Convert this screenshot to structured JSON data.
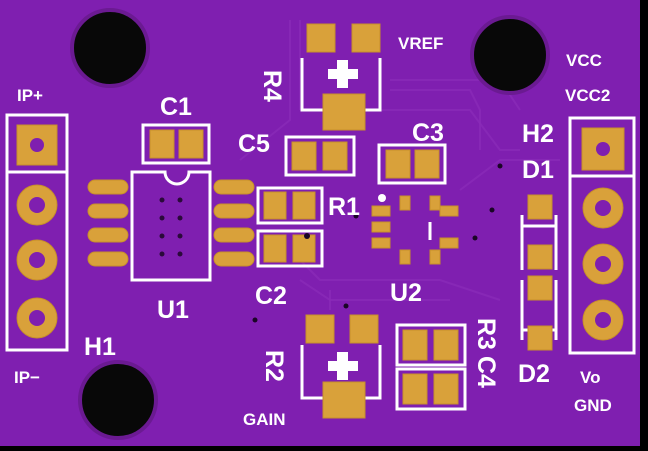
{
  "board": {
    "colors": {
      "substrate": "#7f1fb0",
      "copper": "#d9a13a",
      "silkscreen": "#ffffff",
      "background": "#000000"
    }
  },
  "labels": {
    "ip_plus": "IP+",
    "ip_minus": "IP−",
    "h1": "H1",
    "h2": "H2",
    "c1": "C1",
    "c2": "C2",
    "c3": "C3",
    "c4": "C4",
    "c5": "C5",
    "r1": "R1",
    "r2": "R2",
    "r3": "R3",
    "r4": "R4",
    "u1": "U1",
    "u2": "U2",
    "d1": "D1",
    "d2": "D2",
    "vref": "VREF",
    "gain": "GAIN",
    "vcc": "VCC",
    "vcc2": "VCC2",
    "vo": "Vo",
    "gnd": "GND"
  }
}
